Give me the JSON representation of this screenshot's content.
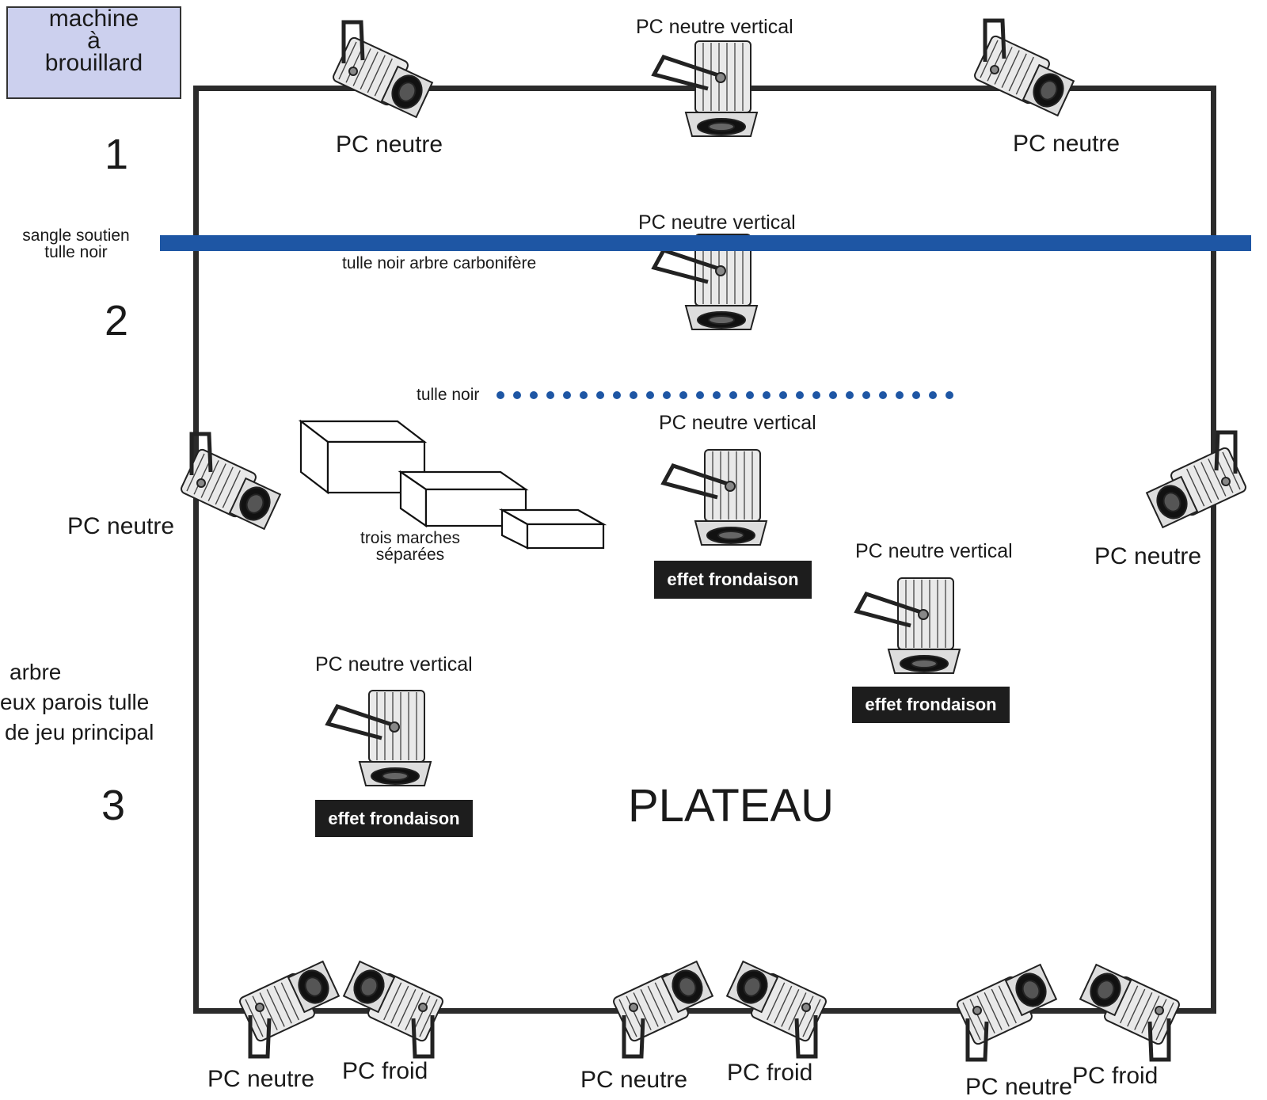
{
  "fog_machine": {
    "lines": [
      "machine",
      "à",
      "brouillard"
    ]
  },
  "zones": [
    "1",
    "2",
    "3"
  ],
  "strap_label": {
    "line1": "sangle soutien",
    "line2": "tulle noir"
  },
  "plateau_label": "PLATEAU",
  "tulle_label_top": "tulle noir arbre carbonifère",
  "tulle_label_mid": "tulle noir",
  "steps_label": {
    "line1": "trois marches",
    "line2": "séparées"
  },
  "side_note": [
    "arbre",
    "eux parois tulle",
    "de jeu principal"
  ],
  "labels": {
    "pc_neutre": "PC neutre",
    "pc_neutre_vertical": "PC neutre vertical",
    "pc_froid": "PC froid",
    "effet_frondaison": "effet frondaison"
  },
  "colors": {
    "strap": "#1e56a4",
    "fog_box": "#ccd0ee",
    "stage_border": "#2b2b2b",
    "badge": "#1d1d1d"
  }
}
